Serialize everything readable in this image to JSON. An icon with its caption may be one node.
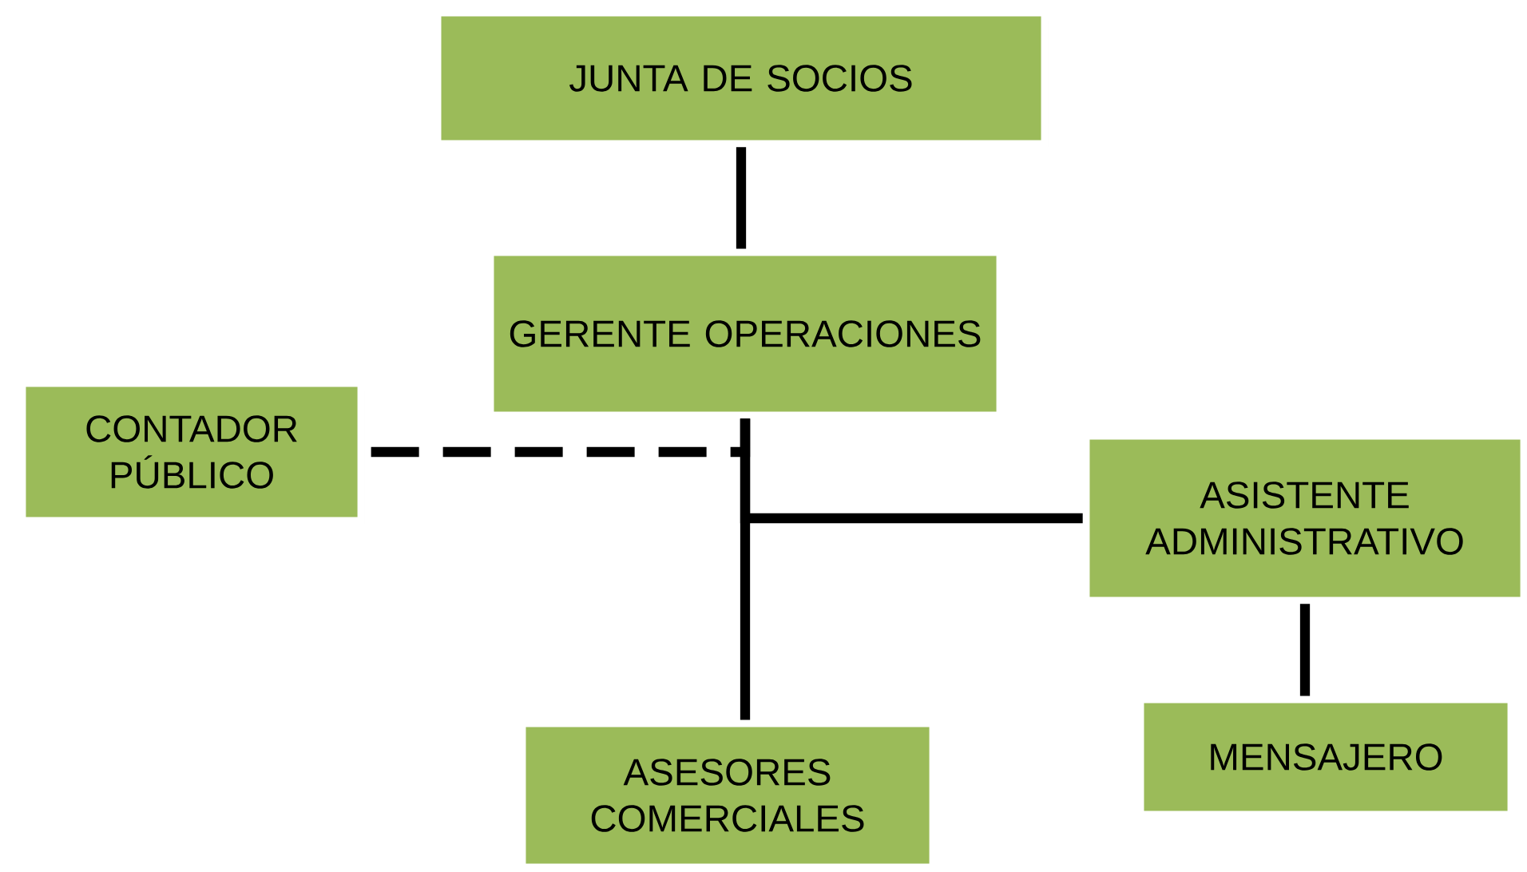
{
  "diagram": {
    "nodes": [
      {
        "text": [
          "JUNTA DE SOCIOS"
        ]
      },
      {
        "text": [
          "GERENTE OPERACIONES"
        ]
      },
      {
        "text": [
          "CONTADOR PÚBLICO"
        ]
      },
      {
        "text": [
          "ASISTENTE ADMINISTRATIVO"
        ]
      },
      {
        "text": [
          "ASESORES COMERCIALES"
        ]
      },
      {
        "text": [
          "MENSAJERO"
        ]
      }
    ],
    "edges": [
      {
        "from": 0,
        "to": 1,
        "arrow": "none"
      },
      {
        "from": 1,
        "to": 2,
        "arrow": "none",
        "style": "dashed"
      },
      {
        "from": 1,
        "to": 3,
        "arrow": "none"
      },
      {
        "from": 1,
        "to": 4,
        "arrow": "none"
      },
      {
        "from": 3,
        "to": 5,
        "arrow": "none"
      }
    ]
  }
}
